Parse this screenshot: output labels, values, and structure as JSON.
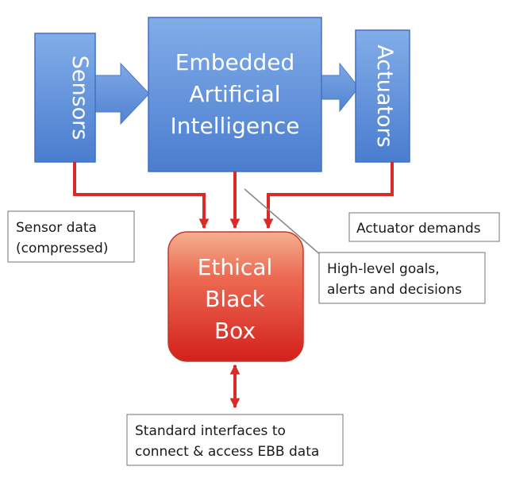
{
  "blocks": {
    "sensors": "Sensors",
    "ai_lines": [
      "Embedded",
      "Artificial",
      "Intelligence"
    ],
    "actuators": "Actuators",
    "ebb_lines": [
      "Ethical",
      "Black",
      "Box"
    ]
  },
  "labels": {
    "sensor_data": [
      "Sensor data",
      "(compressed)"
    ],
    "actuator_demands": "Actuator demands",
    "goals": [
      "High-level goals,",
      "alerts and decisions"
    ],
    "interfaces": [
      "Standard interfaces to",
      "connect & access EBB data"
    ]
  },
  "colors": {
    "block_blue_top": "#7aa6e6",
    "block_blue_bottom": "#4d7fd0",
    "block_blue_edge": "#3e6fbf",
    "ebb_top": "#f2a98a",
    "ebb_mid": "#e8483a",
    "ebb_bottom": "#d4221d",
    "wire_red": "#d92b27"
  }
}
